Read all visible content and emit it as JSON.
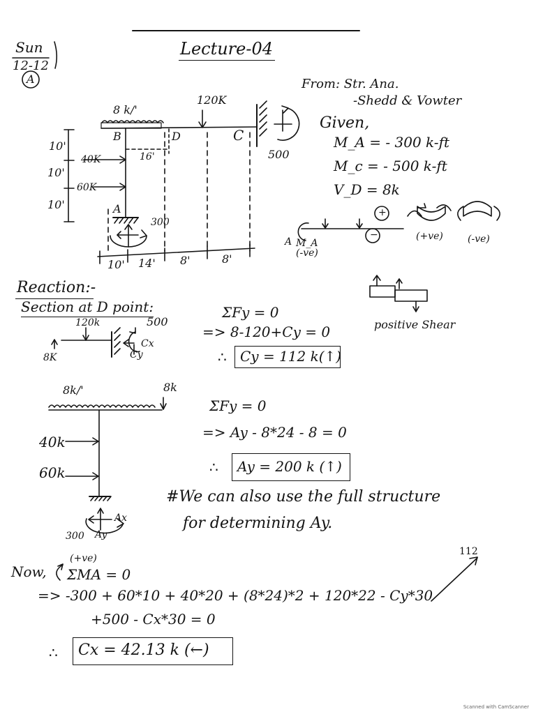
{
  "header": {
    "day": "Sun",
    "date": "12-12",
    "page_mark": "A",
    "title": "Lecture-04",
    "reference_from": "From: Str. Ana.",
    "reference_authors": "-Shedd & Vowter"
  },
  "diagram1": {
    "load_udl": "8 k/'",
    "load_point": "120K",
    "moment_c": "500",
    "moment_a": "300",
    "node_b": "B",
    "node_d": "D",
    "node_c": "C",
    "node_a": "A",
    "load_40": "40K",
    "load_60": "60K",
    "dim_16": "16'",
    "dims_left": [
      "10'",
      "10'",
      "10'"
    ],
    "dims_bottom": [
      "10'",
      "14'",
      "8'",
      "8'"
    ]
  },
  "given": {
    "heading": "Given,",
    "lines": [
      "M_A = - 300 k-ft",
      "M_c = - 500 k-ft",
      "V_D = 8k"
    ]
  },
  "sign_convention": {
    "label_a": "A",
    "label_ma": "M_A",
    "label_neg": "(-ve)",
    "plus": "+",
    "minus": "−",
    "pos": "(+ve)",
    "neg": "(-ve)",
    "positive_shear": "positive Shear"
  },
  "reaction": {
    "heading": "Reaction:-",
    "section": "Section at D point:",
    "fbd_load": "120k",
    "fbd_moment": "500",
    "fbd_cx": "Cx",
    "fbd_cy": "Cy",
    "fbd_8k": "8K",
    "eq1": "ΣFy = 0",
    "eq2": "=> 8-120+Cy = 0",
    "therefore": "∴",
    "result_cy": "Cy = 112 k(↑)"
  },
  "fbd2": {
    "udl": "8k/'",
    "tip_load": "8k",
    "load_40": "40k",
    "load_60": "60k",
    "moment": "300",
    "ax": "Ax",
    "ay": "Ay",
    "eq1": "ΣFy = 0",
    "eq2": "=> Ay - 8*24 - 8 = 0",
    "therefore": "∴",
    "result_ay": "Ay = 200 k (↑)",
    "note_line1": "#We can also use the full structure",
    "note_line2": "for determining Ay."
  },
  "moment_eq": {
    "now": "Now,",
    "sign": "(+ve)",
    "sum": "ΣMA = 0",
    "line1": "=> -300 + 60*10 + 40*20 + (8*24)*2 + 120*22 - Cy*30",
    "line2": "+500 - Cx*30 = 0",
    "cy_sub": "112",
    "therefore": "∴",
    "result_cx": "Cx = 42.13 k (←)"
  },
  "footer": "Scanned with CamScanner"
}
